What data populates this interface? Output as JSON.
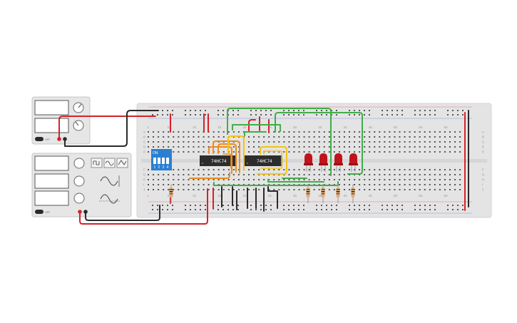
{
  "breadboard": {
    "column_numbers_top": [
      "1",
      "5",
      "10",
      "15",
      "20",
      "25",
      "30",
      "35",
      "40",
      "45",
      "50",
      "55",
      "60"
    ],
    "column_numbers_bottom": [
      "1",
      "5",
      "10",
      "15",
      "20",
      "25",
      "30",
      "35",
      "40",
      "45",
      "50",
      "55",
      "60"
    ],
    "row_letters_top": [
      "A",
      "B",
      "C",
      "D",
      "E"
    ],
    "row_letters_bottom": [
      "F",
      "G",
      "H",
      "I",
      "J"
    ]
  },
  "chips": [
    {
      "label": "74HC74"
    },
    {
      "label": "74HC74"
    }
  ],
  "dip_switch": {
    "on_label": "ON",
    "numbers": [
      "1",
      "2",
      "3",
      "4"
    ]
  },
  "power_supply": {
    "label": "OFF"
  },
  "function_generator": {
    "label": "OFF"
  },
  "leds": {
    "count": 4,
    "color": "#c0141c"
  },
  "colors": {
    "wire_red": "#d6222a",
    "wire_black": "#2b2b2b",
    "wire_green": "#3fae49",
    "wire_orange": "#f08a1c",
    "wire_yellow": "#f2c41a",
    "chip_body": "#2d2d2d",
    "dip_body": "#2a7fd1",
    "board": "#e4e4e4"
  }
}
